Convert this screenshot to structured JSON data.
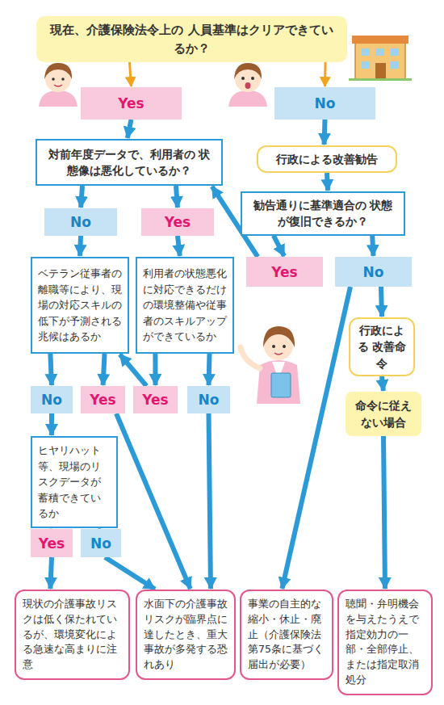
{
  "diagram": {
    "nodes": [
      {
        "text": [
          "現在、介護保険法令上の 人員基準はクリアできているか？"
        ]
      },
      {
        "text": [
          "Yes"
        ]
      },
      {
        "text": [
          "No"
        ]
      },
      {
        "text": [
          "対前年度データで、利用者の 状態像は悪化しているか？"
        ]
      },
      {
        "text": [
          "行政による改善勧告"
        ]
      },
      {
        "text": [
          "勧告通りに基準適合の 状態が復旧できるか？"
        ]
      },
      {
        "text": [
          "No"
        ]
      },
      {
        "text": [
          "Yes"
        ]
      },
      {
        "text": [
          "Yes"
        ]
      },
      {
        "text": [
          "No"
        ]
      },
      {
        "text": [
          "ベテラン従事者の離職等により、現場の対応スキルの低下が予測される兆候はあるか"
        ]
      },
      {
        "text": [
          "利用者の状態悪化に対応できるだけの環境整備や従事者のスキルアップができているか"
        ]
      },
      {
        "text": [
          "行政による 改善命令"
        ]
      },
      {
        "text": [
          "No"
        ]
      },
      {
        "text": [
          "Yes"
        ]
      },
      {
        "text": [
          "Yes"
        ]
      },
      {
        "text": [
          "No"
        ]
      },
      {
        "text": [
          "命令に従え ない場合"
        ]
      },
      {
        "text": [
          "ヒヤリハット等、現場のリスクデータが蓄積できているか"
        ]
      },
      {
        "text": [
          "Yes"
        ]
      },
      {
        "text": [
          "No"
        ]
      },
      {
        "text": [
          "現状の介護事故リスクは低く保たれているが、環境変化による急速な高まりに注意"
        ]
      },
      {
        "text": [
          "水面下の介護事故リスクが臨界点に達したとき、重大事故が多発する恐れあり"
        ]
      },
      {
        "text": [
          "事業の自主的な縮小・休止・廃止（介護保険法第75条に基づく届出が必要）"
        ]
      },
      {
        "text": [
          "聴聞・弁明機会を与えたうえで指定効力の一部・全部停止、または指定取消処分"
        ]
      }
    ],
    "edges": [
      {
        "from": 0,
        "to": 1,
        "arrow": "to"
      },
      {
        "from": 0,
        "to": 2,
        "arrow": "to"
      },
      {
        "from": 1,
        "to": 3,
        "arrow": "to"
      },
      {
        "from": 2,
        "to": 4,
        "arrow": "to"
      },
      {
        "from": 4,
        "to": 5,
        "arrow": "to"
      },
      {
        "from": 5,
        "to": 8,
        "arrow": "to"
      },
      {
        "from": 5,
        "to": 9,
        "arrow": "to"
      },
      {
        "from": 8,
        "to": 3,
        "arrow": "to"
      },
      {
        "from": 3,
        "to": 6,
        "arrow": "to"
      },
      {
        "from": 3,
        "to": 7,
        "arrow": "to"
      },
      {
        "from": 6,
        "to": 10,
        "arrow": "to"
      },
      {
        "from": 7,
        "to": 11,
        "arrow": "to"
      },
      {
        "from": 10,
        "to": 13,
        "arrow": "to"
      },
      {
        "from": 10,
        "to": 14,
        "arrow": "to"
      },
      {
        "from": 11,
        "to": 15,
        "arrow": "to"
      },
      {
        "from": 11,
        "to": 16,
        "arrow": "to"
      },
      {
        "from": 15,
        "to": 10,
        "arrow": "to"
      },
      {
        "from": 14,
        "to": 22,
        "arrow": "to"
      },
      {
        "from": 16,
        "to": 22,
        "arrow": "to"
      },
      {
        "from": 13,
        "to": 18,
        "arrow": "to"
      },
      {
        "from": 18,
        "to": 19,
        "arrow": "to"
      },
      {
        "from": 18,
        "to": 20,
        "arrow": "to"
      },
      {
        "from": 19,
        "to": 21,
        "arrow": "to"
      },
      {
        "from": 20,
        "to": 22,
        "arrow": "to"
      },
      {
        "from": 9,
        "to": 23,
        "arrow": "to"
      },
      {
        "from": 9,
        "to": 12,
        "arrow": "to"
      },
      {
        "from": 12,
        "to": 17,
        "arrow": "to"
      },
      {
        "from": 17,
        "to": 24,
        "arrow": "to"
      }
    ]
  }
}
